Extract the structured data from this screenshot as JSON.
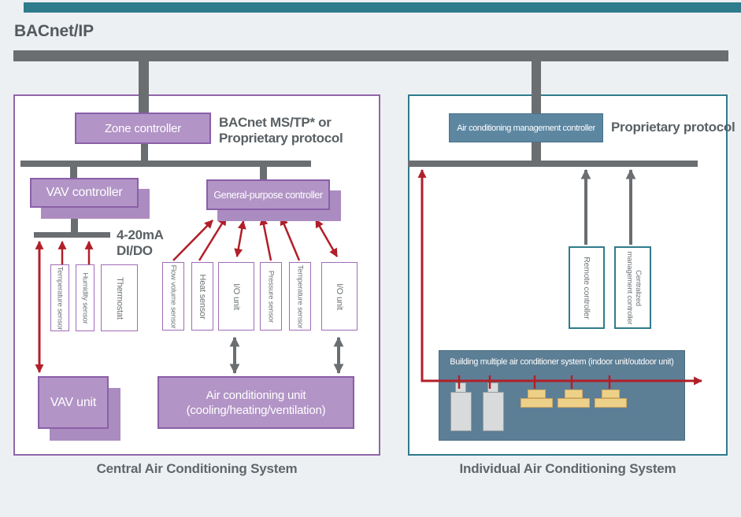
{
  "header": {
    "title": "BACnet/IP"
  },
  "colors": {
    "background": "#edf0f3",
    "purple_fill": "#b294c6",
    "purple_border": "#8a5fa8",
    "panel_purple_border": "#9165ab",
    "teal": "#2f7b8b",
    "steel_blue": "#5d87a1",
    "slate_blue": "#5d7f95",
    "bus_gray": "#6a6e71",
    "arrow_red": "#b11f29",
    "tan_unit": "#eed189",
    "gray_unit": "#d8dadb",
    "text_gray": "#5a6064"
  },
  "left_panel": {
    "caption": "Central Air Conditioning System",
    "zone_controller": "Zone controller",
    "protocol_line1": "BACnet MS/TP* or",
    "protocol_line2": "Proprietary protocol",
    "vav_controller": "VAV controller",
    "signal_line1": "4-20mA",
    "signal_line2": "DI/DO",
    "left_sensors": [
      "Temperature sensor",
      "Humidity sensor",
      "Thermostat"
    ],
    "general_purpose_controller": "General-purpose controller",
    "mid_sensors": [
      "Flow volume sensor",
      "Heat sensor",
      "I/O unit",
      "Pressure sensor",
      "Temperature sensor",
      "I/O unit"
    ],
    "vav_unit": "VAV unit",
    "ac_unit_line1": "Air conditioning unit",
    "ac_unit_line2": "(cooling/heating/ventilation)"
  },
  "right_panel": {
    "caption": "Individual Air Conditioning System",
    "management_controller": "Air conditioning management controller",
    "protocol_label": "Proprietary protocol",
    "remote_controller": "Remote controller",
    "centralized_controller": "Centralized management controller",
    "building_system": "Building multiple air conditioner system (indoor unit/outdoor unit)"
  }
}
